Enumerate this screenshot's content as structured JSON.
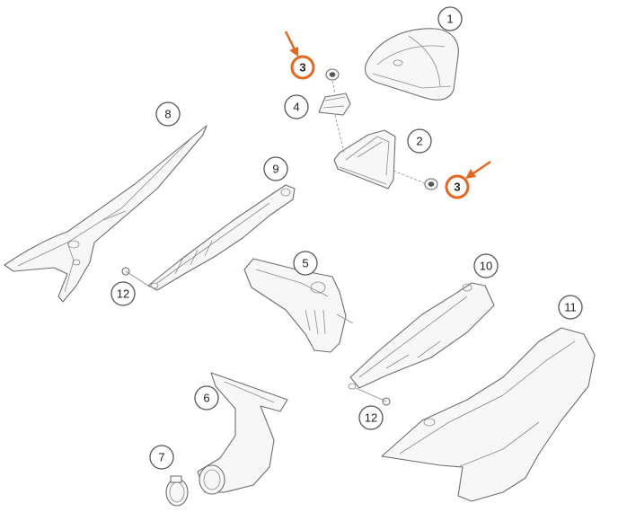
{
  "diagram": {
    "callouts": [
      {
        "key": "c1",
        "label": "1",
        "highlight": false
      },
      {
        "key": "c2",
        "label": "2",
        "highlight": false
      },
      {
        "key": "c3a",
        "label": "3",
        "highlight": true
      },
      {
        "key": "c3b",
        "label": "3",
        "highlight": true
      },
      {
        "key": "c4",
        "label": "4",
        "highlight": false
      },
      {
        "key": "c5",
        "label": "5",
        "highlight": false
      },
      {
        "key": "c6",
        "label": "6",
        "highlight": false
      },
      {
        "key": "c7",
        "label": "7",
        "highlight": false
      },
      {
        "key": "c8",
        "label": "8",
        "highlight": false
      },
      {
        "key": "c9",
        "label": "9",
        "highlight": false
      },
      {
        "key": "c10",
        "label": "10",
        "highlight": false
      },
      {
        "key": "c11",
        "label": "11",
        "highlight": false
      },
      {
        "key": "c12a",
        "label": "12",
        "highlight": false
      },
      {
        "key": "c12b",
        "label": "12",
        "highlight": false
      }
    ],
    "highlight_color": "#e8651c",
    "line_color": "#6e6e6e"
  }
}
